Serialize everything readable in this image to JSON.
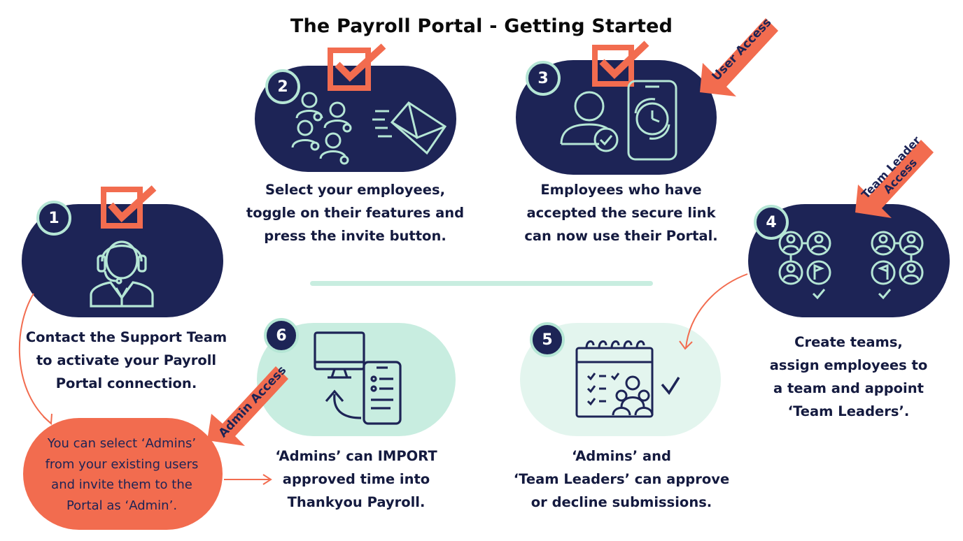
{
  "title": "The Payroll Portal - Getting Started",
  "colors": {
    "navy": "#1d2456",
    "mint": "#c8ede0",
    "mint_border": "#b5e6d5",
    "orange": "#f26c4f"
  },
  "steps": [
    {
      "number": "1",
      "icon": "support-agent-icon",
      "caption": [
        "Contact the Support Team",
        "to activate your Payroll",
        "Portal connection."
      ]
    },
    {
      "number": "2",
      "icon": "invite-employees-icon",
      "caption": [
        "Select your employees,",
        "toggle on their features and",
        "press the invite button."
      ]
    },
    {
      "number": "3",
      "icon": "portal-access-icon",
      "caption": [
        "Employees who have",
        "accepted the secure link",
        "can now use their Portal."
      ]
    },
    {
      "number": "4",
      "icon": "teams-icon",
      "caption": [
        "Create teams,",
        "assign employees to",
        "a team and appoint",
        "‘Team Leaders’."
      ]
    },
    {
      "number": "5",
      "icon": "approve-calendar-icon",
      "caption": [
        "‘Admins’ and",
        "‘Team Leaders’ can approve",
        "or decline submissions."
      ]
    },
    {
      "number": "6",
      "icon": "import-time-icon",
      "caption": [
        "‘Admins’ can IMPORT",
        "approved time into",
        "Thankyou Payroll."
      ]
    }
  ],
  "badges": {
    "user_access": "User Access",
    "team_leader_access": [
      "Team Leader",
      "Access"
    ],
    "admin_access": "Admin Access"
  },
  "admin_note": [
    "You can select ‘Admins’",
    "from your existing users",
    "and invite them to the",
    "Portal as ‘Admin’."
  ]
}
